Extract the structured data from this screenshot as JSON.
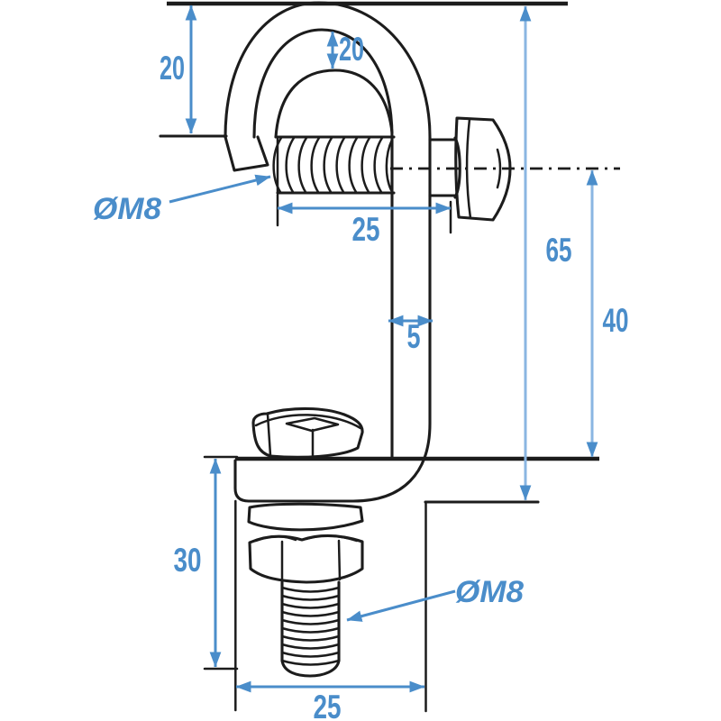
{
  "drawing": {
    "description": "Technical dimension drawing of a truss hook clamp with two M8 bolts",
    "background": "#ffffff",
    "line_color": "#1c1c1c",
    "dimension_color": "#4a8dca",
    "dimension_line_light_color": "#8ab6e2",
    "dimensions": {
      "hook_depth": "20",
      "hook_inner_gap": "20",
      "top_bolt_thread_length": "25",
      "overall_height": "65",
      "axis_to_base": "40",
      "shank_thickness": "5",
      "bottom_bolt_length": "30",
      "base_width": "25",
      "top_bolt_thread": "ØM8",
      "bottom_bolt_thread": "ØM8"
    }
  }
}
